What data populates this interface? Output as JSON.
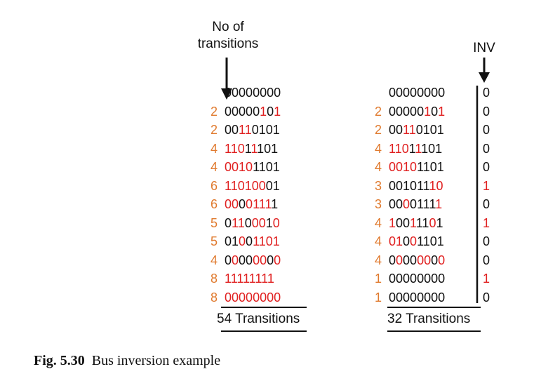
{
  "header": {
    "left_label_line1": "No of",
    "left_label_line2": "transitions",
    "right_label": "INV"
  },
  "colors": {
    "count": "#e07a2e",
    "changed_bit": "#e02020",
    "unchanged_bit": "#111111"
  },
  "left_table": {
    "rows": [
      {
        "count": "",
        "bits": "00000000",
        "changed": "00000000"
      },
      {
        "count": "2",
        "bits": "00000101",
        "changed": "00000101"
      },
      {
        "count": "2",
        "bits": "00110101",
        "changed": "00110000"
      },
      {
        "count": "4",
        "bits": "11011101",
        "changed": "11101000"
      },
      {
        "count": "4",
        "bits": "00101101",
        "changed": "11110000"
      },
      {
        "count": "6",
        "bits": "11010001",
        "changed": "11111100"
      },
      {
        "count": "6",
        "bits": "00001111",
        "changed": "11011110"
      },
      {
        "count": "5",
        "bits": "01100010",
        "changed": "01101101"
      },
      {
        "count": "5",
        "bits": "01001101",
        "changed": "00101111"
      },
      {
        "count": "4",
        "bits": "00000000",
        "changed": "01001101"
      },
      {
        "count": "8",
        "bits": "11111111",
        "changed": "11111111"
      },
      {
        "count": "8",
        "bits": "00000000",
        "changed": "11111111"
      }
    ],
    "total": "54 Transitions"
  },
  "right_table": {
    "rows": [
      {
        "count": "",
        "bits": "00000000",
        "changed": "00000000",
        "inv": "0"
      },
      {
        "count": "2",
        "bits": "00000101",
        "changed": "00000101",
        "inv": "0"
      },
      {
        "count": "2",
        "bits": "00110101",
        "changed": "00110000",
        "inv": "0"
      },
      {
        "count": "4",
        "bits": "11011101",
        "changed": "11101000",
        "inv": "0"
      },
      {
        "count": "4",
        "bits": "00101101",
        "changed": "11110000",
        "inv": "0"
      },
      {
        "count": "3",
        "bits": "00101110",
        "changed": "00000011",
        "inv": "1"
      },
      {
        "count": "3",
        "bits": "00001111",
        "changed": "00100001",
        "inv": "0"
      },
      {
        "count": "4",
        "bits": "10011101",
        "changed": "10010010",
        "inv": "1"
      },
      {
        "count": "4",
        "bits": "01001101",
        "changed": "11010000",
        "inv": "0"
      },
      {
        "count": "4",
        "bits": "00000000",
        "changed": "01001101",
        "inv": "0"
      },
      {
        "count": "1",
        "bits": "00000000",
        "changed": "00000000",
        "inv": "1"
      },
      {
        "count": "1",
        "bits": "00000000",
        "changed": "00000000",
        "inv": "0"
      }
    ],
    "total": "32 Transitions"
  },
  "caption": {
    "fig": "Fig. 5.30",
    "text": "Bus inversion example"
  }
}
